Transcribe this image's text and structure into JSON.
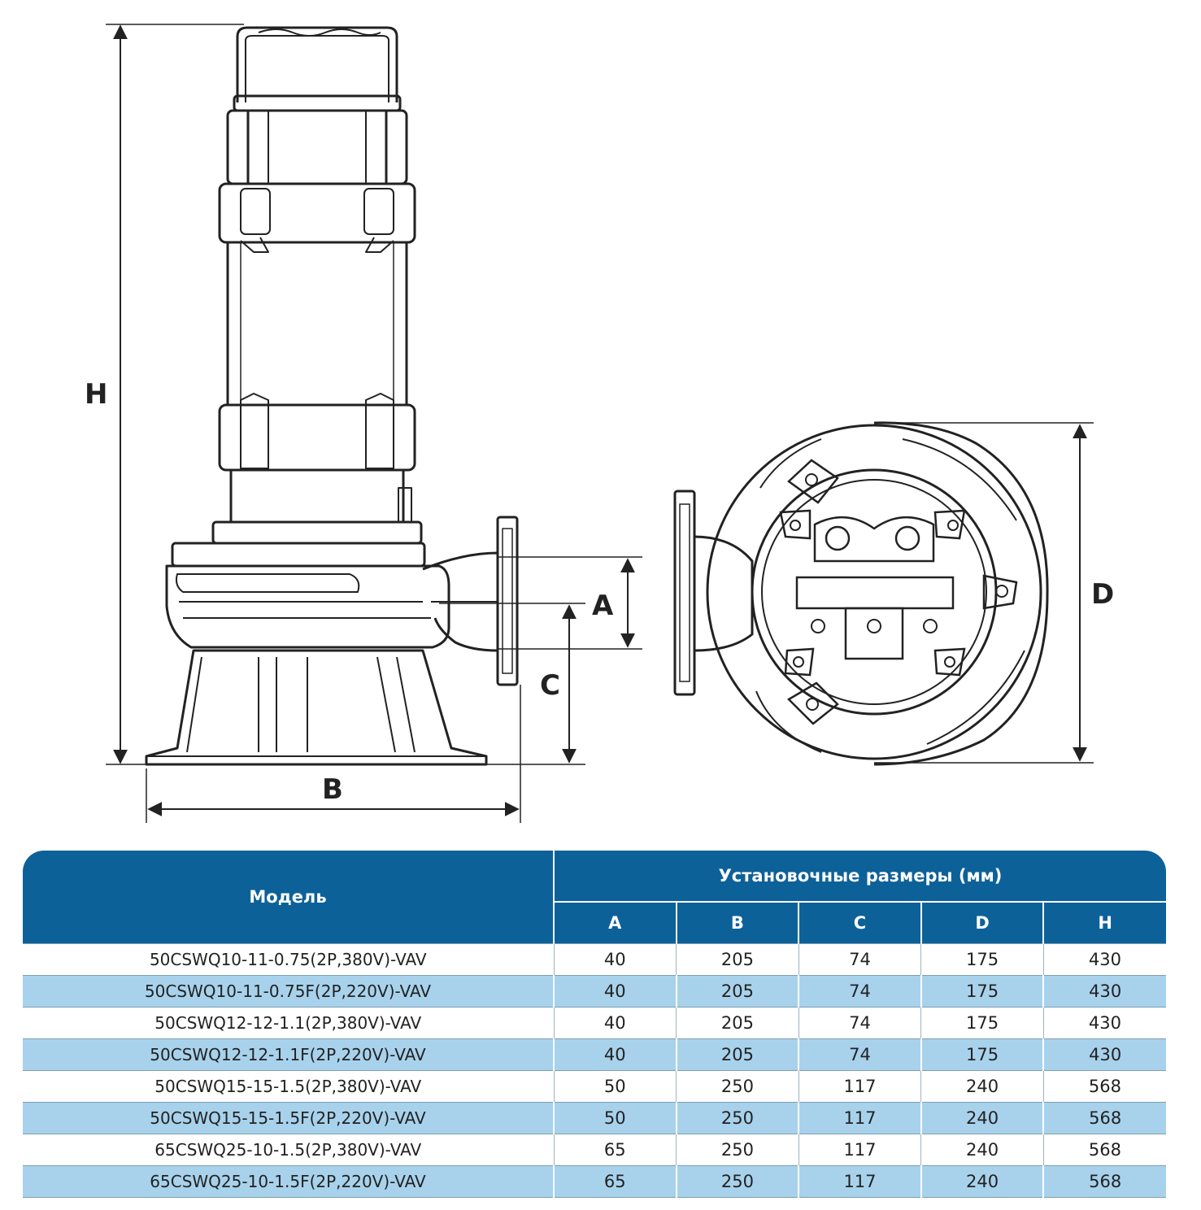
{
  "drawing": {
    "dimension_labels": {
      "H": "H",
      "A": "A",
      "B": "B",
      "C": "C",
      "D": "D"
    }
  },
  "table": {
    "model_header": "Модель",
    "group_header": "Установочные размеры (мм)",
    "columns": [
      "A",
      "B",
      "C",
      "D",
      "H"
    ],
    "rows": [
      {
        "model": "50CSWQ10-11-0.75(2P,380V)-VAV",
        "values": [
          "40",
          "205",
          "74",
          "175",
          "430"
        ]
      },
      {
        "model": "50CSWQ10-11-0.75F(2P,220V)-VAV",
        "values": [
          "40",
          "205",
          "74",
          "175",
          "430"
        ]
      },
      {
        "model": "50CSWQ12-12-1.1(2P,380V)-VAV",
        "values": [
          "40",
          "205",
          "74",
          "175",
          "430"
        ]
      },
      {
        "model": "50CSWQ12-12-1.1F(2P,220V)-VAV",
        "values": [
          "40",
          "205",
          "74",
          "175",
          "430"
        ]
      },
      {
        "model": "50CSWQ15-15-1.5(2P,380V)-VAV",
        "values": [
          "50",
          "250",
          "117",
          "240",
          "568"
        ]
      },
      {
        "model": "50CSWQ15-15-1.5F(2P,220V)-VAV",
        "values": [
          "50",
          "250",
          "117",
          "240",
          "568"
        ]
      },
      {
        "model": "65CSWQ25-10-1.5(2P,380V)-VAV",
        "values": [
          "65",
          "250",
          "117",
          "240",
          "568"
        ]
      },
      {
        "model": "65CSWQ25-10-1.5F(2P,220V)-VAV",
        "values": [
          "65",
          "250",
          "117",
          "240",
          "568"
        ]
      }
    ]
  },
  "colors": {
    "header_blue": "#0d6199",
    "row_alt": "#a8d2ec",
    "line": "#222222"
  }
}
